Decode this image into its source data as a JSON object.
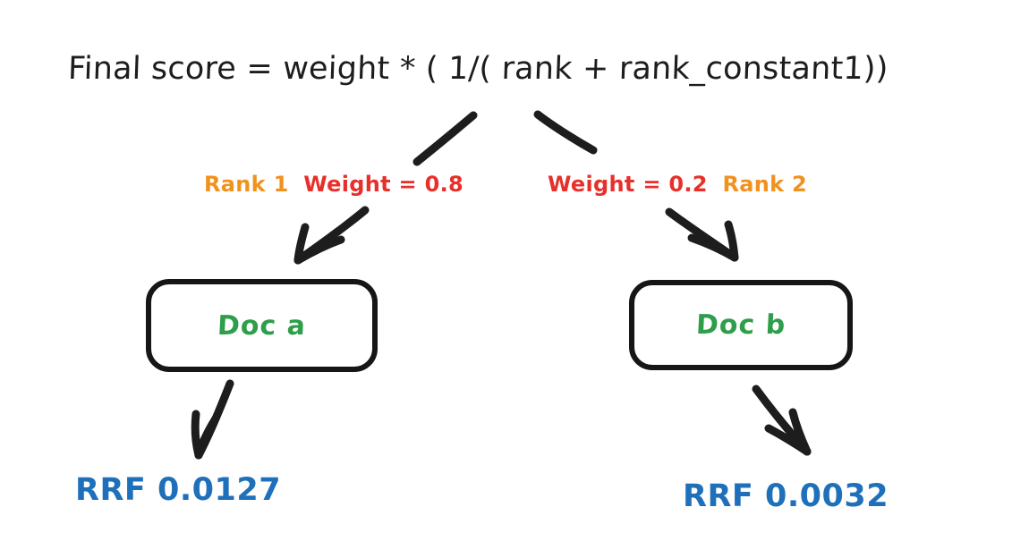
{
  "diagram": {
    "title": "Final score = weight * ( 1/( rank + rank_constant1))",
    "colors": {
      "ink": "#1d1d1d",
      "rank": "#F0921E",
      "weight": "#E8302A",
      "doc": "#2E9E4A",
      "rrf": "#1F70BA",
      "background": "#ffffff"
    },
    "branches": [
      {
        "id": "left",
        "rank_label": "Rank 1",
        "weight_label": "Weight = 0.8",
        "doc_label": "Doc a",
        "rrf_label": "RRF 0.0127",
        "rank_value": 1,
        "weight_value": 0.8,
        "rrf_value": 0.0127
      },
      {
        "id": "right",
        "rank_label": "Rank 2",
        "weight_label": "Weight = 0.2",
        "doc_label": "Doc b",
        "rrf_label": "RRF 0.0032",
        "rank_value": 2,
        "weight_value": 0.2,
        "rrf_value": 0.0032
      }
    ],
    "icons": {
      "arrow_title_to_doc_a": "arrow-down-left-icon",
      "arrow_title_to_doc_b": "arrow-down-right-icon",
      "arrow_doc_a_to_rrf": "arrow-down-left-icon",
      "arrow_doc_b_to_rrf": "arrow-down-right-icon"
    }
  }
}
